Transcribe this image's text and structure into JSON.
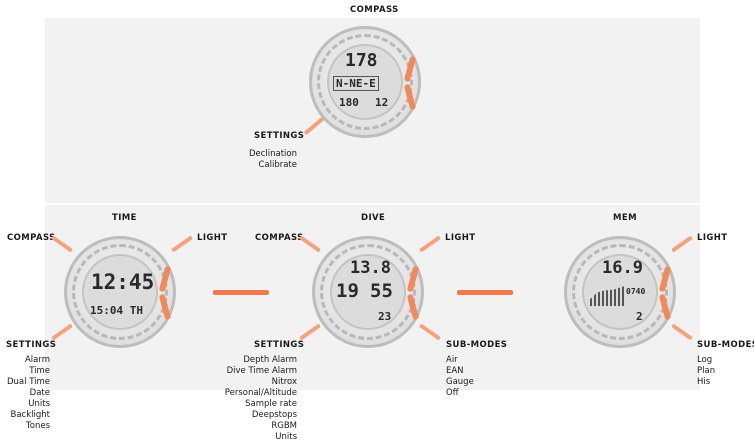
{
  "modes": {
    "compass": {
      "title": "COMPASS",
      "settings_label": "SETTINGS",
      "settings_items": [
        "Declination",
        "Calibrate"
      ],
      "display": {
        "main": "178",
        "heading": "N-NE-E",
        "bottom_left": "180",
        "bottom_right": "12"
      }
    },
    "time": {
      "title": "TIME",
      "left_label": "COMPASS",
      "right_label": "LIGHT",
      "settings_label": "SETTINGS",
      "settings_items": [
        "Alarm",
        "Time",
        "Dual Time",
        "Date",
        "Units",
        "Backlight",
        "Tones"
      ],
      "display": {
        "main": "12:45",
        "bottom": "15:04 TH"
      }
    },
    "dive": {
      "title": "DIVE",
      "left_label": "COMPASS",
      "right_label": "LIGHT",
      "settings_label": "SETTINGS",
      "settings_items": [
        "Depth Alarm",
        "Dive Time Alarm",
        "Nitrox",
        "Personal/Altitude",
        "Sample rate",
        "Deepstops",
        "RGBM",
        "Units"
      ],
      "submodes_label": "SUB-MODES",
      "submodes_items": [
        "Air",
        "EAN",
        "Gauge",
        "Off"
      ],
      "display": {
        "main": "13.8",
        "left": "19",
        "right": "55",
        "bottom": "23"
      }
    },
    "mem": {
      "title": "MEM",
      "right_label": "LIGHT",
      "submodes_label": "SUB-MODES",
      "submodes_items": [
        "Log",
        "Plan",
        "His"
      ],
      "display": {
        "main": "16.9",
        "small": "0740",
        "bottom": "2"
      }
    }
  },
  "colors": {
    "accent": "#f07a4a",
    "panel": "#f2f2f2"
  }
}
